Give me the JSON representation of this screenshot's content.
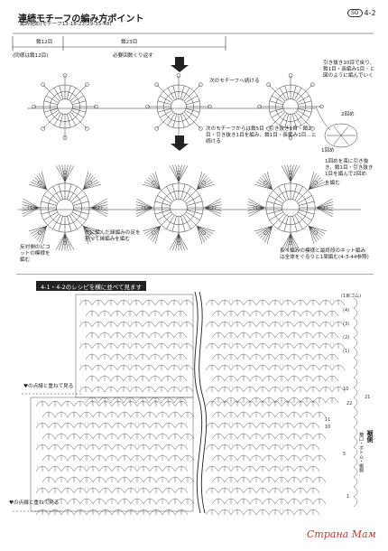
{
  "header": {
    "title": "連続モチーフの編み方ポイント",
    "code_badge": "SO",
    "code": "4-2"
  },
  "top_notes": {
    "start": "編み始め(モチーフ13-18-23-29-35-48)",
    "stitches_12": "鎖12目",
    "stitches_12_same": "(同様は鎖12目)",
    "stitches_23": "鎖23目",
    "repeat_needed": "必要回数くり返す"
  },
  "motif_notes": {
    "next_motif": "次のモチーフへ続ける",
    "pullback": "引き抜き10目で戻り、鎖1目・長編み1目・と図のように編んでいく",
    "next_from": "次のモチーフからは鎖5目・引き抜き1目・鎖2目・引き抜き1目を編み、鎖1目・長編み1目…と続ける",
    "round2": "2回め",
    "round1": "1回め",
    "pull_through": "1回めを束に引き抜き、鎖1目・引き抜き1目を編んで2回め",
    "pull_through_2": "を編む"
  },
  "lower_notes": {
    "picot": "反対側のピコットの模様を編む",
    "prev_edge": "先に編んだ縁編みの足を割って縁編みを編む",
    "long_edge": "長々編みの模様と最終段のネット編みは全体をぐるりと1周編む(4-3-44参照)"
  },
  "section": {
    "banner": "4-1・4-2のレシピを横に並べて見ます"
  },
  "side_notes": {
    "join_1": "♥の点線と重ねて見る",
    "join_2": "♥の点線と重ねて見る"
  },
  "row_numbers": {
    "top": [
      "(1目ゴム)",
      "(4)",
      "(3)",
      "(2)",
      "(1)",
      "10",
      "21",
      "22",
      "11",
      "10",
      "5",
      "1"
    ],
    "right_label": "裾側",
    "right_sublabel": "袖口・ボトム・裾側"
  },
  "watermark": "Страна Мам",
  "colors": {
    "ink": "#222222",
    "banner_bg": "#222222",
    "watermark": "#cc3333"
  }
}
